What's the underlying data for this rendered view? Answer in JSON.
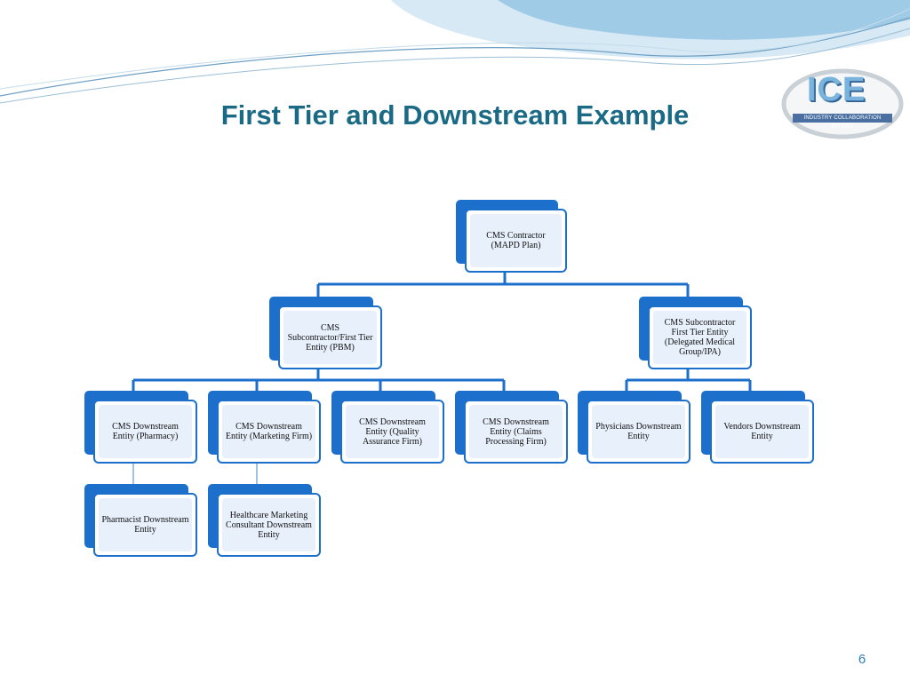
{
  "slide": {
    "title": "First Tier and Downstream Example",
    "page_number": "6"
  },
  "logo": {
    "text": "ICE",
    "subtitle": "INDUSTRY COLLABORATION EFFORT"
  },
  "nodes": {
    "contractor": "CMS Contractor (MAPD Plan)",
    "pbm": "CMS Subcontractor/First Tier Entity (PBM)",
    "delegated": "CMS Subcontractor First Tier Entity (Delegated Medical Group/IPA)",
    "pharmacy": "CMS Downstream Entity (Pharmacy)",
    "marketing_firm": "CMS Downstream Entity (Marketing Firm)",
    "quality_firm": "CMS Downstream Entity (Quality Assurance Firm)",
    "claims_firm": "CMS Downstream Entity (Claims Processing  Firm)",
    "physicians": "Physicians Downstream Entity",
    "vendors": "Vendors Downstream Entity",
    "pharmacist": "Pharmacist Downstream Entity",
    "healthcare_consultant": "Healthcare Marketing Consultant Downstream Entity"
  },
  "colors": {
    "node_blue": "#1c6fcb",
    "node_fill": "#e8f0fb",
    "title": "#1a6a86",
    "connector": "#1c6fcb"
  }
}
